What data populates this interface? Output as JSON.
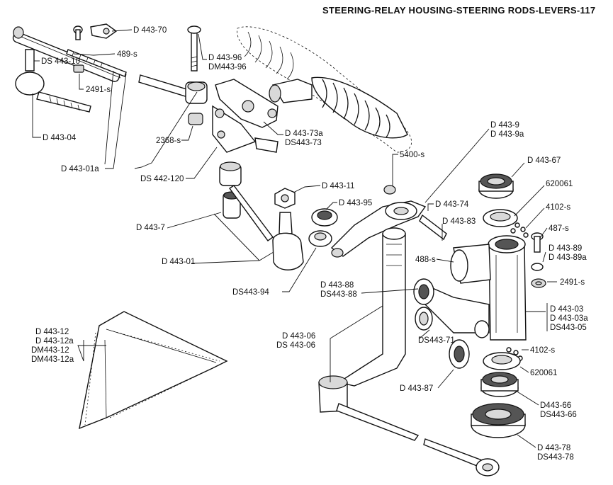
{
  "title": "STEERING-RELAY HOUSING-STEERING RODS-LEVERS-117",
  "parts": {
    "d443_70": "D 443-70",
    "p489_s": "489-s",
    "ds443_10": "DS 443-10",
    "p2491_s_left": "2491-s",
    "d443_04": "D 443-04",
    "d443_01a": "D 443-01a",
    "d443_96": "D 443-96",
    "dm443_96": "DM443-96",
    "p2368_s": "2368-s",
    "d443_73a": "D 443-73a",
    "ds443_73": "DS443-73",
    "ds442_120": "DS 442-120",
    "d443_9": "D 443-9",
    "d443_9a": "D 443-9a",
    "p5400_s": "5400-s",
    "d443_67": "D 443-67",
    "p620061_top": "620061",
    "d443_11": "D 443-11",
    "d443_95": "D 443-95",
    "d443_74": "D 443-74",
    "p4102_s_top": "4102-s",
    "d443_7": "D 443-7",
    "d443_83": "D 443-83",
    "p487_s": "487-s",
    "d443_01": "D 443-01",
    "p488_s": "488-s",
    "d443_89": "D 443-89",
    "d443_89a": "D 443-89a",
    "ds443_94": "DS443-94",
    "p2491_s_right": "2491-s",
    "d443_88": "D 443-88",
    "ds443_88": "DS443-88",
    "d443_03": "D 443-03",
    "d443_03a": "D 443-03a",
    "ds443_05": "DS443-05",
    "d443_12": "D 443-12",
    "d443_12a": "D 443-12a",
    "dm443_12": "DM443-12",
    "dm443_12a": "DM443-12a",
    "d443_06": "D 443-06",
    "ds443_06": "DS 443-06",
    "ds443_71": "DS443-71",
    "p4102_s_bottom": "4102-s",
    "p620061_bottom": "620061",
    "d443_87": "D 443-87",
    "d443_66": "D443-66",
    "ds443_66": "DS443-66",
    "d443_78": "D 443-78",
    "ds443_78": "DS443-78"
  }
}
